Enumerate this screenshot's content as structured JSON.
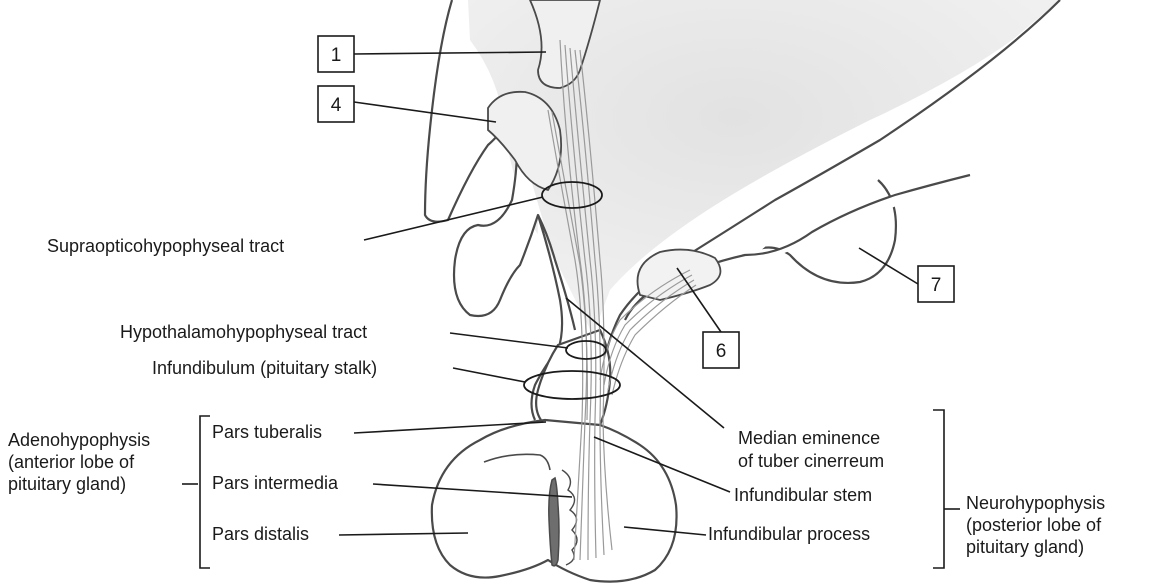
{
  "number_boxes": [
    "1",
    "4",
    "6",
    "7"
  ],
  "labels": {
    "supraoptic": "Supraopticohypophyseal tract",
    "hypothalamo": "Hypothalamohypophyseal tract",
    "infundibulum": "Infundibulum (pituitary stalk)",
    "adeno_1": "Adenohypophysis",
    "adeno_2": "(anterior lobe of",
    "adeno_3": "pituitary gland)",
    "pars_tuberalis": "Pars tuberalis",
    "pars_intermedia": "Pars intermedia",
    "pars_distalis": "Pars distalis",
    "median_1": "Median eminence",
    "median_2": "of tuber cinerreum",
    "infundibular_stem": "Infundibular stem",
    "infundibular_process": "Infundibular process",
    "neuro_1": "Neurohypophysis",
    "neuro_2": "(posterior lobe of",
    "neuro_3": "pituitary gland)"
  }
}
